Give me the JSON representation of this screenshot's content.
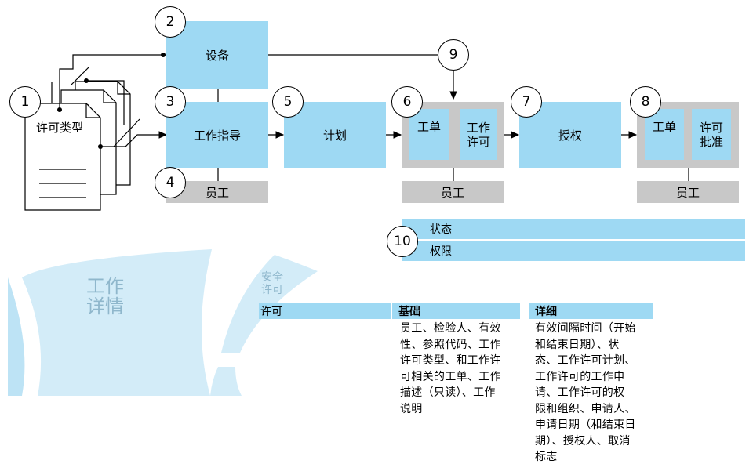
{
  "diagram": {
    "numbers": [
      "1",
      "2",
      "3",
      "4",
      "5",
      "6",
      "7",
      "8",
      "9",
      "10"
    ],
    "permit_types_label": "许可类型",
    "equipment_label": "设备",
    "work_guide_label": "工作指导",
    "employee_label": "员工",
    "plan_label": "计划",
    "work_order_label": "工单",
    "work_permit_label_1": "工作",
    "work_permit_label_2": "许可",
    "authorize_label": "授权",
    "permit_approve_label_1": "许可",
    "permit_approve_label_2": "批准",
    "status_label": "状态",
    "rights_label": "权限"
  },
  "details": {
    "work_details_1": "工作",
    "work_details_2": "详情",
    "safety_permit_1": "安全",
    "safety_permit_2": "许可",
    "permit_header": "许可",
    "basic_header": "基础",
    "basic_lines": [
      "员工、检验人、有效",
      "性、参照代码、工作",
      "许可类型、和工作许",
      "可相关的工单、工作",
      "描述（只读）、工作",
      "说明"
    ],
    "detail_header": "详细",
    "detail_lines": [
      "有效间隔时间（开始",
      "和结束日期）、状",
      "态、工作许可计划、",
      "工作许可的工作申",
      "请、工作许可的权",
      "限和组织、申请人、",
      "申请日期（和结束日",
      "期）、授权人、取消",
      "标志"
    ]
  },
  "colors": {
    "box": "#9ed9f3",
    "gray": "#c8c8c8",
    "arc_light": "#d3ecf8",
    "arc_mid": "#bde3f5"
  }
}
